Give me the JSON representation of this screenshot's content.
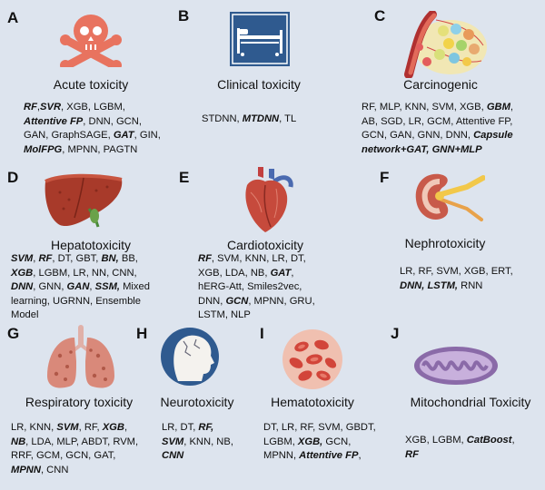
{
  "panels": [
    {
      "id": "A",
      "title": "Acute toxicity",
      "icon": "skull-crossbones-icon",
      "lines": [
        [
          {
            "t": "RF",
            "b": true
          },
          {
            "t": ",",
            "b": false
          },
          {
            "t": "SVR",
            "b": true
          },
          {
            "t": ", XGB, LGBM,",
            "b": false
          }
        ],
        [
          {
            "t": "Attentive FP",
            "b": true
          },
          {
            "t": ", DNN, GCN,",
            "b": false
          }
        ],
        [
          {
            "t": "GAN,  GraphSAGE, ",
            "b": false
          },
          {
            "t": "GAT",
            "b": true
          },
          {
            "t": ", GIN,",
            "b": false
          }
        ],
        [
          {
            "t": "MolFPG",
            "b": true
          },
          {
            "t": ", MPNN, PAGTN",
            "b": false
          }
        ]
      ]
    },
    {
      "id": "B",
      "title": "Clinical toxicity",
      "icon": "hospital-bed-icon",
      "lines": [
        [
          {
            "t": "STDNN, ",
            "b": false
          },
          {
            "t": "MTDNN",
            "b": true
          },
          {
            "t": ", TL",
            "b": false
          }
        ]
      ]
    },
    {
      "id": "C",
      "title": "Carcinogenic",
      "icon": "tumor-cells-icon",
      "lines": [
        [
          {
            "t": "RF, MLP, KNN, SVM, XGB, ",
            "b": false
          },
          {
            "t": "GBM",
            "b": true
          },
          {
            "t": ",",
            "b": false
          }
        ],
        [
          {
            "t": "AB, SGD, LR, GCM, Attentive FP,",
            "b": false
          }
        ],
        [
          {
            "t": "GCN, GAN, GNN, DNN, ",
            "b": false
          },
          {
            "t": "Capsule",
            "b": true
          }
        ],
        [
          {
            "t": "network+GAT, GNN+MLP",
            "b": true
          }
        ]
      ]
    },
    {
      "id": "D",
      "title": "Hepatotoxicity",
      "icon": "liver-icon",
      "lines": [
        [
          {
            "t": "SVM",
            "b": true
          },
          {
            "t": ", ",
            "b": false
          },
          {
            "t": "RF",
            "b": true
          },
          {
            "t": ", DT, GBT, ",
            "b": false
          },
          {
            "t": "BN,",
            "b": true
          },
          {
            "t": " BB,",
            "b": false
          }
        ],
        [
          {
            "t": "XGB",
            "b": true
          },
          {
            "t": ", LGBM, LR, NN, CNN,",
            "b": false
          }
        ],
        [
          {
            "t": "DNN",
            "b": true
          },
          {
            "t": ", GNN, ",
            "b": false
          },
          {
            "t": "GAN",
            "b": true
          },
          {
            "t": ", ",
            "b": false
          },
          {
            "t": "SSM,",
            "b": true
          },
          {
            "t": " Mixed",
            "b": false
          }
        ],
        [
          {
            "t": "learning,  UGRNN, Ensemble",
            "b": false
          }
        ],
        [
          {
            "t": "Model",
            "b": false
          }
        ]
      ]
    },
    {
      "id": "E",
      "title": "Cardiotoxicity",
      "icon": "heart-icon",
      "lines": [
        [
          {
            "t": "RF",
            "b": true
          },
          {
            "t": ", SVM, KNN, LR, DT,",
            "b": false
          }
        ],
        [
          {
            "t": "XGB, LDA, NB, ",
            "b": false
          },
          {
            "t": "GAT",
            "b": true
          },
          {
            "t": ",",
            "b": false
          }
        ],
        [
          {
            "t": "hERG-Att, Smiles2vec,",
            "b": false
          }
        ],
        [
          {
            "t": "DNN, ",
            "b": false
          },
          {
            "t": "GCN",
            "b": true
          },
          {
            "t": ", MPNN, GRU,",
            "b": false
          }
        ],
        [
          {
            "t": "LSTM, NLP",
            "b": false
          }
        ]
      ]
    },
    {
      "id": "F",
      "title": "Nephrotoxicity",
      "icon": "kidney-icon",
      "lines": [
        [
          {
            "t": "LR, RF, SVM, XGB, ERT,",
            "b": false
          }
        ],
        [
          {
            "t": "DNN, LSTM,",
            "b": true
          },
          {
            "t": " RNN",
            "b": false
          }
        ]
      ]
    },
    {
      "id": "G",
      "title": "Respiratory toxicity",
      "icon": "lungs-icon",
      "lines": [
        [
          {
            "t": "LR, KNN, ",
            "b": false
          },
          {
            "t": "SVM",
            "b": true
          },
          {
            "t": ", RF, ",
            "b": false
          },
          {
            "t": "XGB",
            "b": true
          },
          {
            "t": ",",
            "b": false
          }
        ],
        [
          {
            "t": "NB",
            "b": true
          },
          {
            "t": ", LDA, MLP, ABDT, RVM,",
            "b": false
          }
        ],
        [
          {
            "t": "RRF, GCM, GCN, GAT,",
            "b": false
          }
        ],
        [
          {
            "t": "MPNN",
            "b": true
          },
          {
            "t": ", CNN",
            "b": false
          }
        ]
      ]
    },
    {
      "id": "H",
      "title": "Neurotoxicity",
      "icon": "head-profile-icon",
      "lines": [
        [
          {
            "t": "LR, DT, ",
            "b": false
          },
          {
            "t": "RF,",
            "b": true
          }
        ],
        [
          {
            "t": "SVM",
            "b": true
          },
          {
            "t": ",  KNN, NB,",
            "b": false
          }
        ],
        [
          {
            "t": "CNN",
            "b": true
          }
        ]
      ]
    },
    {
      "id": "I",
      "title": "Hematotoxicity",
      "icon": "blood-cells-icon",
      "lines": [
        [
          {
            "t": "DT, LR, RF, SVM, GBDT,",
            "b": false
          }
        ],
        [
          {
            "t": "LGBM, ",
            "b": false
          },
          {
            "t": "XGB,",
            "b": true
          },
          {
            "t": " GCN,",
            "b": false
          }
        ],
        [
          {
            "t": "MPNN, ",
            "b": false
          },
          {
            "t": "Attentive FP",
            "b": true
          },
          {
            "t": ",",
            "b": false
          }
        ]
      ]
    },
    {
      "id": "J",
      "title": "Mitochondrial Toxicity",
      "icon": "mitochondrion-icon",
      "lines": [
        [
          {
            "t": "XGB, LGBM, ",
            "b": false
          },
          {
            "t": "CatBoost",
            "b": true
          },
          {
            "t": ",",
            "b": false
          }
        ],
        [
          {
            "t": "RF",
            "b": true
          }
        ]
      ]
    }
  ]
}
